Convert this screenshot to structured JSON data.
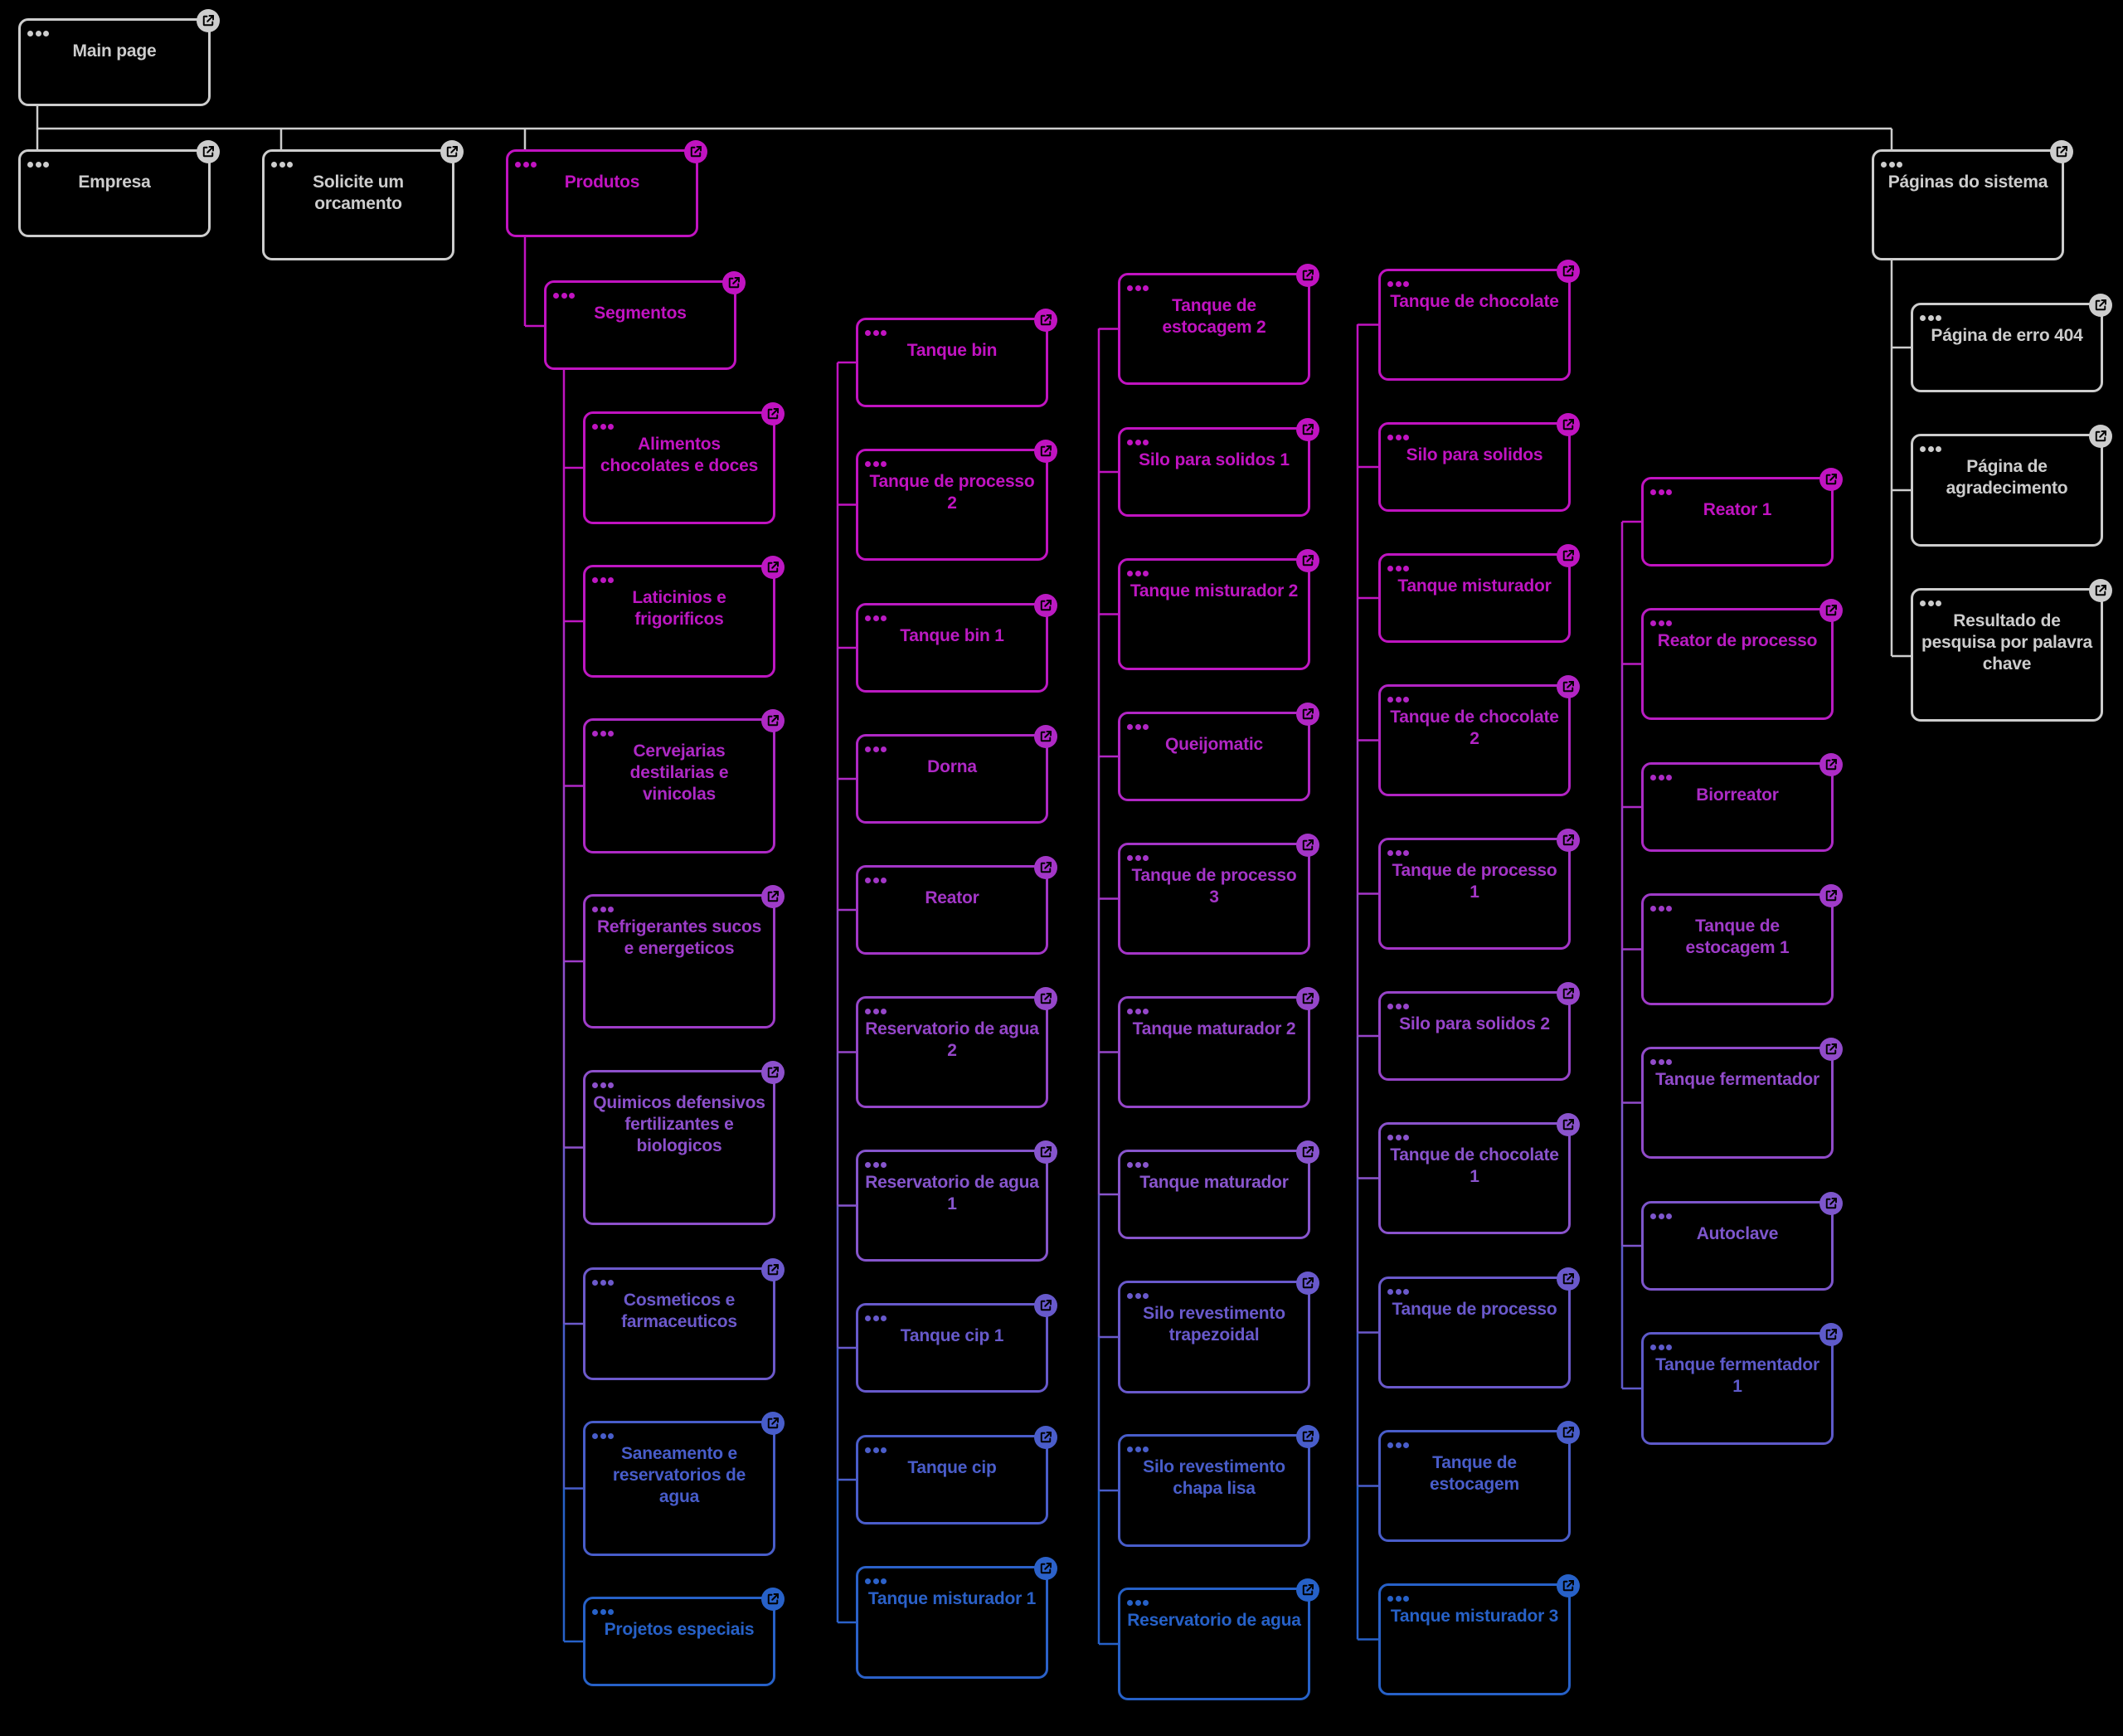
{
  "colors": {
    "gray": "#cdcdcd",
    "magenta": "#c113c1",
    "purple": "#8855cc",
    "blue": "#1a63c8"
  },
  "icons": {
    "menu": "three-dots-icon",
    "open": "external-link-icon"
  },
  "nodes": [
    {
      "id": "main-page",
      "label": "Main page"
    },
    {
      "id": "empresa",
      "label": "Empresa"
    },
    {
      "id": "solicite-um-orcamento",
      "label": "Solicite um orcamento"
    },
    {
      "id": "produtos",
      "label": "Produtos"
    },
    {
      "id": "paginas-do-sistema",
      "label": "Páginas do sistema"
    },
    {
      "id": "pagina-de-erro-404",
      "label": "Página de erro 404"
    },
    {
      "id": "pagina-de-agradecimento",
      "label": "Página de agradecimento"
    },
    {
      "id": "resultado-de-pesquisa",
      "label": "Resultado de pesquisa por palavra chave"
    },
    {
      "id": "segmentos",
      "label": "Segmentos"
    },
    {
      "id": "alimentos-chocolates-e-doces",
      "label": "Alimentos chocolates e doces"
    },
    {
      "id": "laticinios-e-frigorificos",
      "label": "Laticinios e frigorificos"
    },
    {
      "id": "cervejarias-destilarias-e-vinicolas",
      "label": "Cervejarias destilarias e vinicolas"
    },
    {
      "id": "refrigerantes-sucos-e-energeticos",
      "label": "Refrigerantes sucos e energeticos"
    },
    {
      "id": "quimicos-defensivos-fertilizantes-e-biologicos",
      "label": "Quimicos defensivos fertilizantes e biologicos"
    },
    {
      "id": "cosmeticos-e-farmaceuticos",
      "label": "Cosmeticos e farmaceuticos"
    },
    {
      "id": "saneamento-e-reservatorios-de-agua",
      "label": "Saneamento e reservatorios de agua"
    },
    {
      "id": "projetos-especiais",
      "label": "Projetos especiais"
    },
    {
      "id": "tanque-bin",
      "label": "Tanque bin"
    },
    {
      "id": "tanque-de-processo-2",
      "label": "Tanque de processo 2"
    },
    {
      "id": "tanque-bin-1",
      "label": "Tanque bin 1"
    },
    {
      "id": "dorna",
      "label": "Dorna"
    },
    {
      "id": "reator",
      "label": "Reator"
    },
    {
      "id": "reservatorio-de-agua-2",
      "label": "Reservatorio de agua 2"
    },
    {
      "id": "reservatorio-de-agua-1",
      "label": "Reservatorio de agua 1"
    },
    {
      "id": "tanque-cip-1",
      "label": "Tanque cip 1"
    },
    {
      "id": "tanque-cip",
      "label": "Tanque cip"
    },
    {
      "id": "tanque-misturador-1",
      "label": "Tanque misturador 1"
    },
    {
      "id": "tanque-de-estocagem-2",
      "label": "Tanque de estocagem 2"
    },
    {
      "id": "silo-para-solidos-1",
      "label": "Silo para solidos 1"
    },
    {
      "id": "tanque-misturador-2",
      "label": "Tanque misturador 2"
    },
    {
      "id": "queijomatic",
      "label": "Queijomatic"
    },
    {
      "id": "tanque-de-processo-3",
      "label": "Tanque de processo 3"
    },
    {
      "id": "tanque-maturador-2",
      "label": "Tanque maturador 2"
    },
    {
      "id": "tanque-maturador",
      "label": "Tanque maturador"
    },
    {
      "id": "silo-revestimento-trapezoidal",
      "label": "Silo revestimento trapezoidal"
    },
    {
      "id": "silo-revestimento-chapa-lisa",
      "label": "Silo revestimento chapa lisa"
    },
    {
      "id": "reservatorio-de-agua",
      "label": "Reservatorio de agua"
    },
    {
      "id": "tanque-de-chocolate",
      "label": "Tanque de chocolate"
    },
    {
      "id": "silo-para-solidos",
      "label": "Silo para solidos"
    },
    {
      "id": "tanque-misturador",
      "label": "Tanque misturador"
    },
    {
      "id": "tanque-de-chocolate-2",
      "label": "Tanque de chocolate 2"
    },
    {
      "id": "tanque-de-processo-1",
      "label": "Tanque de processo 1"
    },
    {
      "id": "silo-para-solidos-2",
      "label": "Silo para solidos 2"
    },
    {
      "id": "tanque-de-chocolate-1",
      "label": "Tanque de chocolate 1"
    },
    {
      "id": "tanque-de-processo",
      "label": "Tanque de processo"
    },
    {
      "id": "tanque-de-estocagem",
      "label": "Tanque de estocagem"
    },
    {
      "id": "tanque-misturador-3",
      "label": "Tanque misturador 3"
    },
    {
      "id": "reator-1",
      "label": "Reator 1"
    },
    {
      "id": "reator-de-processo",
      "label": "Reator de processo"
    },
    {
      "id": "biorreator",
      "label": "Biorreator"
    },
    {
      "id": "tanque-de-estocagem-1",
      "label": "Tanque de estocagem 1"
    },
    {
      "id": "tanque-fermentador",
      "label": "Tanque fermentador"
    },
    {
      "id": "autoclave",
      "label": "Autoclave"
    },
    {
      "id": "tanque-fermentador-1",
      "label": "Tanque fermentador 1"
    }
  ]
}
